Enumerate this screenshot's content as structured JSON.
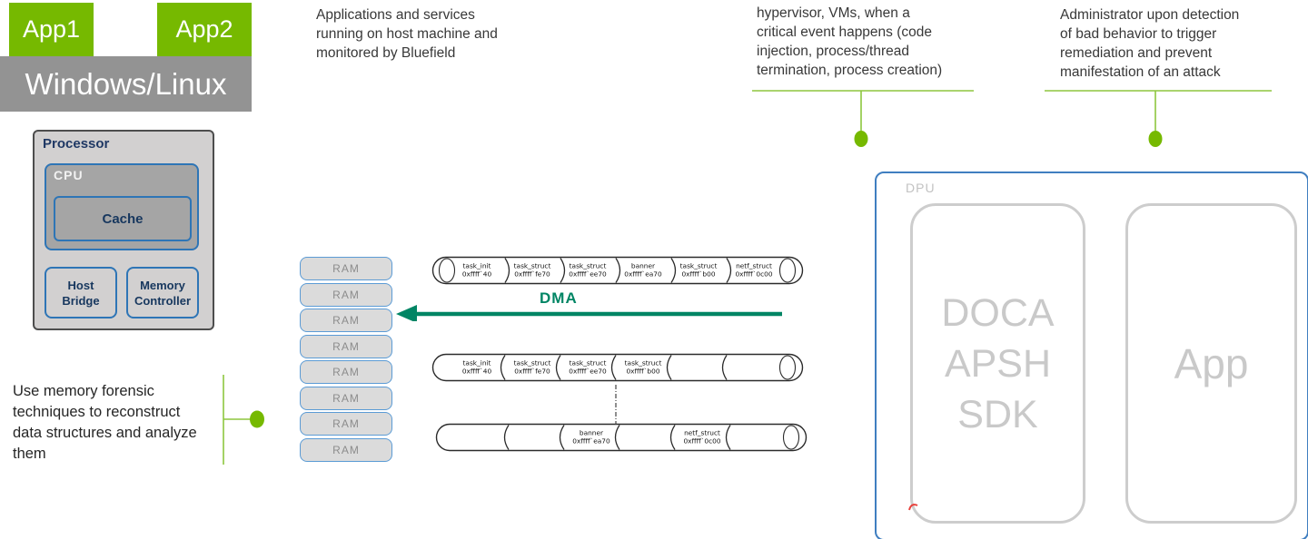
{
  "host": {
    "app1_label": "App1",
    "app2_label": "App2",
    "os_label": "Windows/Linux"
  },
  "processor": {
    "label": "Processor",
    "cpu_label": "CPU",
    "cache_label": "Cache",
    "host_bridge_label": "Host\nBridge",
    "memory_controller_label": "Memory\nController"
  },
  "annotations": {
    "top_left": "Applications and services\nrunning on host machine and\nmonitored by Bluefield",
    "top_middle": "hypervisor, VMs, when a\ncritical event happens (code\ninjection, process/thread\ntermination, process creation)",
    "top_right": "Administrator upon detection\nof bad behavior to trigger\nremediation and prevent\nmanifestation of an attack",
    "bottom_left": "Use memory forensic\ntechniques to reconstruct\ndata structures and analyze\nthem"
  },
  "memory": {
    "ram_label": "RAM",
    "ram_count": 8,
    "dma_label": "DMA",
    "tubes": [
      {
        "cap": "ellipse",
        "divider": "right",
        "segments": [
          {
            "name": "task_init",
            "addr": "0xffff`40"
          },
          {
            "name": "task_struct",
            "addr": "0xffff`fe70"
          },
          {
            "name": "task_struct",
            "addr": "0xffff`ee70"
          },
          {
            "name": "banner",
            "addr": "0xffff`ea70"
          },
          {
            "name": "task_struct",
            "addr": "0xffff`b00"
          },
          {
            "name": "netf_struct",
            "addr": "0xffff`0c00"
          }
        ]
      },
      {
        "cap": "arc",
        "divider": "left",
        "segments": [
          {
            "name": "task_init",
            "addr": "0xffff`40"
          },
          {
            "name": "task_struct",
            "addr": "0xffff`fe70"
          },
          {
            "name": "task_struct",
            "addr": "0xffff`ee70"
          },
          {
            "name": "task_struct",
            "addr": "0xffff`b00"
          },
          null,
          null
        ]
      },
      {
        "cap": "arc",
        "divider": "left",
        "segments": [
          null,
          null,
          {
            "name": "banner",
            "addr": "0xffff`ea70"
          },
          null,
          {
            "name": "netf_struct",
            "addr": "0xffff`0c00"
          },
          null
        ]
      }
    ]
  },
  "dpu": {
    "label": "DPU",
    "sdk_label": "DOCA\nAPSH\nSDK",
    "app_label": "App"
  },
  "colors": {
    "nvidia_green": "#76B900",
    "callout_line_green": "#8DC63F",
    "dma_green": "#008564",
    "accent_blue": "#2E75B6"
  }
}
